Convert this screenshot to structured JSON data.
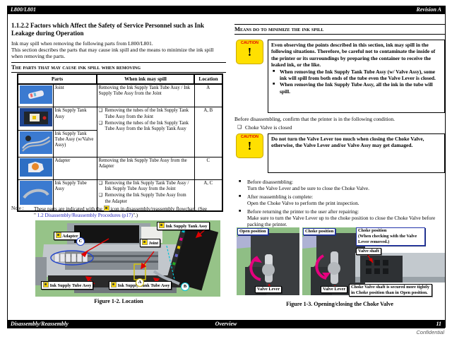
{
  "colors": {
    "caution_yellow": "#FFE000",
    "caution_red": "#E00000",
    "photo_blue": "#2E6FC4",
    "figure_green": "#96C388",
    "link_blue": "#2222BB",
    "rotate_arrow_pink": "#E6007E"
  },
  "header": {
    "model": "L800/L801",
    "revision": "Revision A"
  },
  "footer": {
    "left": "Disassembly/Reassembly",
    "center": "Overview",
    "page": "11",
    "confidential": "Confidential"
  },
  "left_col": {
    "heading": "1.1.2.2  Factors which Affect the Safety of Service Personnel such as Ink Leakage during Operation",
    "intro1": "Ink may spill when removing the following parts from L800/L801.",
    "intro2": "This section describes the parts that may cause ink spill and the means to minimize the ink spill when removing the parts.",
    "section_title": "The parts that may cause ink spill when removing",
    "table": {
      "headers": [
        "Parts",
        "When ink may spill",
        "Location"
      ],
      "rows": [
        {
          "part": "Joint",
          "desc": [
            "Removing the Ink Supply Tank Tube Assy / Ink Supply Tube Assy from the Joint"
          ],
          "location": "A"
        },
        {
          "part": "Ink Supply Tank Assy",
          "part2": "Ink Supply Tank Tube Assy (w/Valve Assy)",
          "desc": [
            "Removing the tubes of the Ink Supply Tank Tube Assy from the Joint",
            "Removing the tubes of the Ink Supply Tank Tube Assy from the Ink Supply Tank Assy"
          ],
          "location": "A, B"
        },
        {
          "part": "Adapter",
          "desc": [
            "Removing the Ink Supply Tube Assy from the Adapter"
          ],
          "location": "C"
        },
        {
          "part": "Ink Supply Tube Assy",
          "desc": [
            "Removing the Ink Supply Tank Tube Assy / Ink Supply Tube Assy from the Joint",
            "Removing the Ink Supply Tube Assy from the Adapter"
          ],
          "location": "A, C"
        }
      ]
    },
    "note_label": "Note :",
    "note_text1": "These parts are indicated with the",
    "note_text2": "icon in disassembly/reassembly flowchart. (See",
    "note_quote_open": "\" ",
    "note_link": "1.2 Disassembly/Reassembly Procedures (p17)",
    "note_end": "\".)",
    "figure2": {
      "labels": {
        "adapter": "Adapter",
        "tank": "Ink Supply Tank Assy",
        "joint": "Joint",
        "tube": "Ink Supply Tube Assy",
        "tank_tube": "Ink Supply Tank Tube Assy"
      },
      "markers": {
        "a": "A",
        "b": "B",
        "c": "C"
      },
      "caption": "Figure 1-2.  Location"
    }
  },
  "right_col": {
    "section_title": "Means do to minimize the ink spill",
    "caution_label": "CAUTION",
    "caution_mark": "!",
    "caution1": {
      "text": "Even observing the points described in this section, ink may spill in the following situations. Therefore, be careful not to contaminate the inside of the printer or its surroundings by preparing the container to receive the leaked ink, or the like.",
      "bullets": [
        "When removing the Ink Supply Tank Tube Assy (w/ Valve Assy), some ink will spill from both ends of the tube even the Valve Lever is closed.",
        "When removing the Ink Supply Tube Assy, all the ink in the tube will spill."
      ]
    },
    "before_text": "Before disassembling, confirm that the printer is in the following condition.",
    "condition": "Choke Valve is closed",
    "caution2": {
      "text": "Do not turn the Valve Lever too much when closing the Choke Valve, otherwise, the Valve Lever and/or Valve Assy may get damaged."
    },
    "bullets": [
      {
        "title": "Before disassembling:",
        "body": "Turn the Valve Lever and be sure to close the Choke Valve."
      },
      {
        "title": "After reassembling is complete:",
        "body": "Open the Choke Valve to perform the print inspection."
      },
      {
        "title": "Before returning the printer to the user after repairing:",
        "body": "Make sure to turn the Valve Lever up to the choke position to close the Choke Valve before packing the printer."
      }
    ],
    "figure3": {
      "photos": [
        {
          "label": "Open position",
          "lever": "Valve Lever"
        },
        {
          "label": "Choke position",
          "lever": "Valve Lever"
        },
        {
          "label_line1": "Choke position",
          "label_line2": "(When checking with the Valve Lever removed.)",
          "shaft": "Valve shaft",
          "note": "Choke Valve shaft is secured more tightly in Choke position than in Open position."
        }
      ],
      "caption": "Figure 1-3.  Opening/closing the Choke Valve"
    }
  }
}
